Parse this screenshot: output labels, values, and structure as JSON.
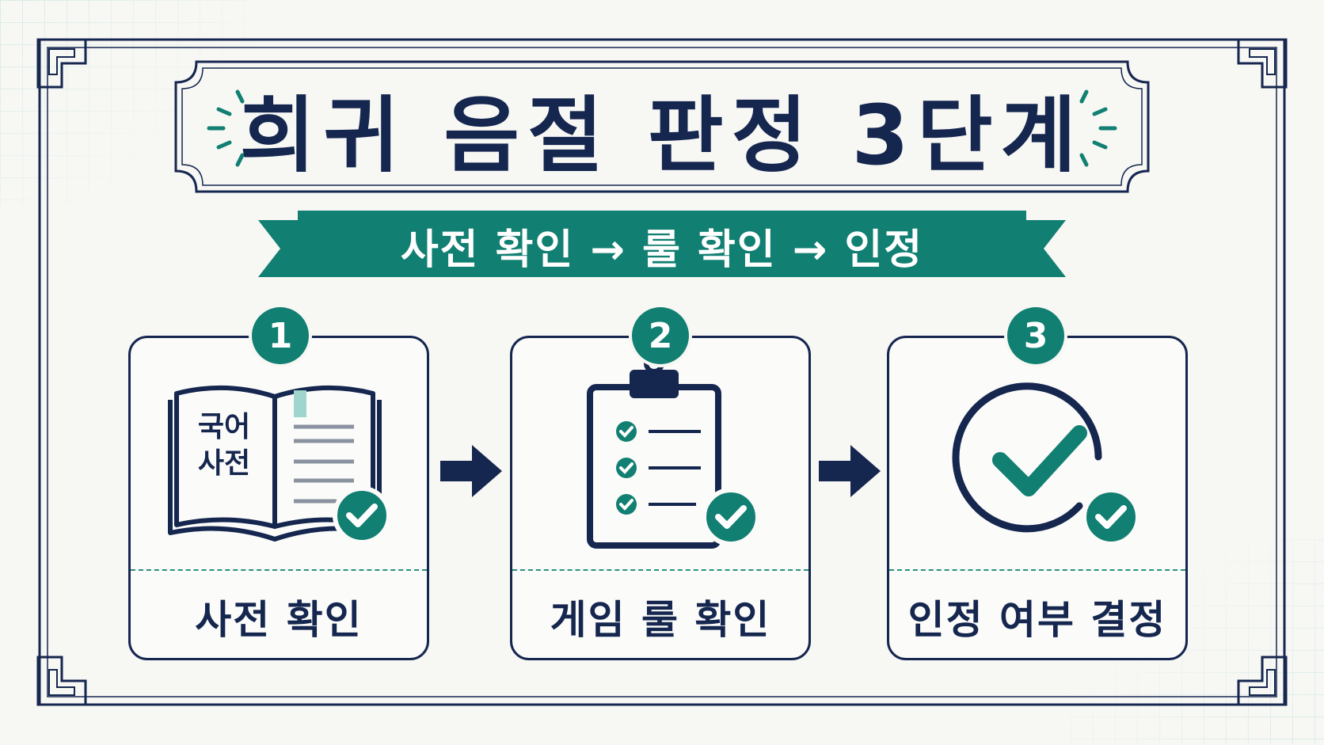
{
  "title": "희귀 음절 판정 3단계",
  "subtitle": "사전 확인 → 룰 확인 → 인정",
  "steps": [
    {
      "number": "1",
      "label": "사전 확인",
      "icon": "book-icon",
      "book_text": "국어\n사전"
    },
    {
      "number": "2",
      "label": "게임 룰 확인",
      "icon": "clipboard-checklist-icon"
    },
    {
      "number": "3",
      "label": "인정 여부 결정",
      "icon": "circle-check-icon"
    }
  ],
  "colors": {
    "navy": "#15264f",
    "teal": "#117f72",
    "background": "#f7f7f4"
  }
}
